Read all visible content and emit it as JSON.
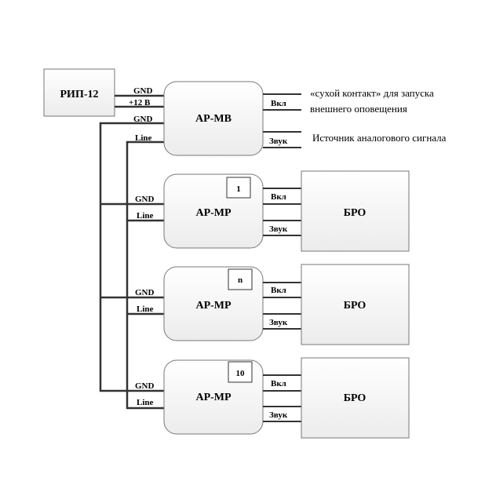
{
  "psu": {
    "label": "РИП-12",
    "gnd": "GND",
    "v12": "+12 В"
  },
  "master": {
    "label": "АР-МВ",
    "in_gnd": "GND",
    "in_line": "Line",
    "out_vkl": "Вкл",
    "out_zvuk": "Звук",
    "note_dry_1": "«сухой контакт» для запуска",
    "note_dry_2": "внешнего оповещения",
    "note_analog": "Источник аналогового сигнала"
  },
  "slaves": [
    {
      "label": "АР-МР",
      "tag": "1",
      "gnd": "GND",
      "line": "Line",
      "vkl": "Вкл",
      "zvuk": "Звук",
      "bro": "БРО"
    },
    {
      "label": "АР-МР",
      "tag": "n",
      "gnd": "GND",
      "line": "Line",
      "vkl": "Вкл",
      "zvuk": "Звук",
      "bro": "БРО"
    },
    {
      "label": "АР-МР",
      "tag": "10",
      "gnd": "GND",
      "line": "Line",
      "vkl": "Вкл",
      "zvuk": "Звук",
      "bro": "БРО"
    }
  ]
}
